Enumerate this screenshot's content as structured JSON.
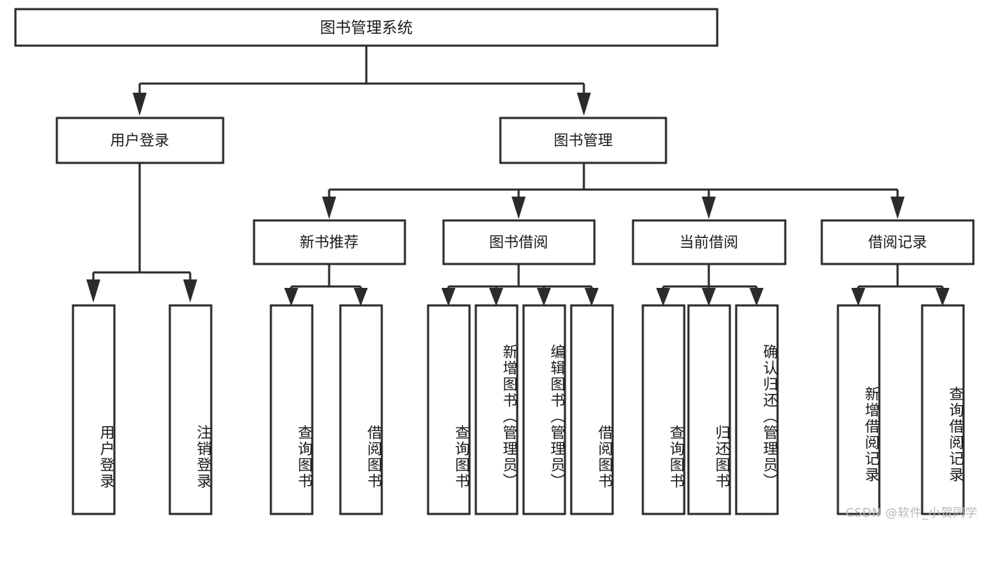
{
  "diagram": {
    "title": "图书管理系统",
    "watermark": "CSDN @软件_小贺同学",
    "type": "tree-hierarchy-flowchart",
    "orientation": "top-down",
    "colors": {
      "box_fill": "#ffffff",
      "box_stroke": "#2b2b2b",
      "text": "#1a1a1a",
      "background": "#ffffff",
      "watermark": "#b9b9b9"
    },
    "levels": {
      "level1": [
        "图书管理系统"
      ],
      "level2": [
        "用户登录",
        "图书管理"
      ],
      "level3": [
        "新书推荐",
        "图书借阅",
        "当前借阅",
        "借阅记录"
      ],
      "level4": [
        "用户登录",
        "注销登录",
        "查询图书",
        "借阅图书",
        "查询图书",
        "新增图书（管理员）",
        "编辑图书（管理员）",
        "借阅图书",
        "查询图书",
        "归还图书",
        "确认归还（管理员）",
        "新增借阅记录",
        "查询借阅记录"
      ]
    },
    "nodes": {
      "root": {
        "label": "图书管理系统"
      },
      "user_login": {
        "label": "用户登录"
      },
      "book_manage": {
        "label": "图书管理"
      },
      "new_book_rec": {
        "label": "新书推荐"
      },
      "book_borrow": {
        "label": "图书借阅"
      },
      "current_borrow": {
        "label": "当前借阅"
      },
      "borrow_record": {
        "label": "借阅记录"
      },
      "leaf_user_login": {
        "label": "用户登录"
      },
      "leaf_logout": {
        "label": "注销登录"
      },
      "leaf_query_book_1": {
        "label": "查询图书"
      },
      "leaf_borrow_book_1": {
        "label": "借阅图书"
      },
      "leaf_query_book_2": {
        "label": "查询图书"
      },
      "leaf_add_book": {
        "label": "新增图书（管理员）"
      },
      "leaf_edit_book": {
        "label": "编辑图书（管理员）"
      },
      "leaf_borrow_book_2": {
        "label": "借阅图书"
      },
      "leaf_query_book_3": {
        "label": "查询图书"
      },
      "leaf_return_book": {
        "label": "归还图书"
      },
      "leaf_confirm_return": {
        "label": "确认归还（管理员）"
      },
      "leaf_add_record": {
        "label": "新增借阅记录"
      },
      "leaf_query_record": {
        "label": "查询借阅记录"
      }
    },
    "edges": [
      {
        "from": "图书管理系统",
        "to": "用户登录"
      },
      {
        "from": "图书管理系统",
        "to": "图书管理"
      },
      {
        "from": "用户登录",
        "to": "用户登录"
      },
      {
        "from": "用户登录",
        "to": "注销登录"
      },
      {
        "from": "图书管理",
        "to": "新书推荐"
      },
      {
        "from": "图书管理",
        "to": "图书借阅"
      },
      {
        "from": "图书管理",
        "to": "当前借阅"
      },
      {
        "from": "图书管理",
        "to": "借阅记录"
      },
      {
        "from": "新书推荐",
        "to": "查询图书"
      },
      {
        "from": "新书推荐",
        "to": "借阅图书"
      },
      {
        "from": "图书借阅",
        "to": "查询图书"
      },
      {
        "from": "图书借阅",
        "to": "新增图书（管理员）"
      },
      {
        "from": "图书借阅",
        "to": "编辑图书（管理员）"
      },
      {
        "from": "图书借阅",
        "to": "借阅图书"
      },
      {
        "from": "当前借阅",
        "to": "查询图书"
      },
      {
        "from": "当前借阅",
        "to": "归还图书"
      },
      {
        "from": "当前借阅",
        "to": "确认归还（管理员）"
      },
      {
        "from": "借阅记录",
        "to": "新增借阅记录"
      },
      {
        "from": "借阅记录",
        "to": "查询借阅记录"
      }
    ]
  }
}
